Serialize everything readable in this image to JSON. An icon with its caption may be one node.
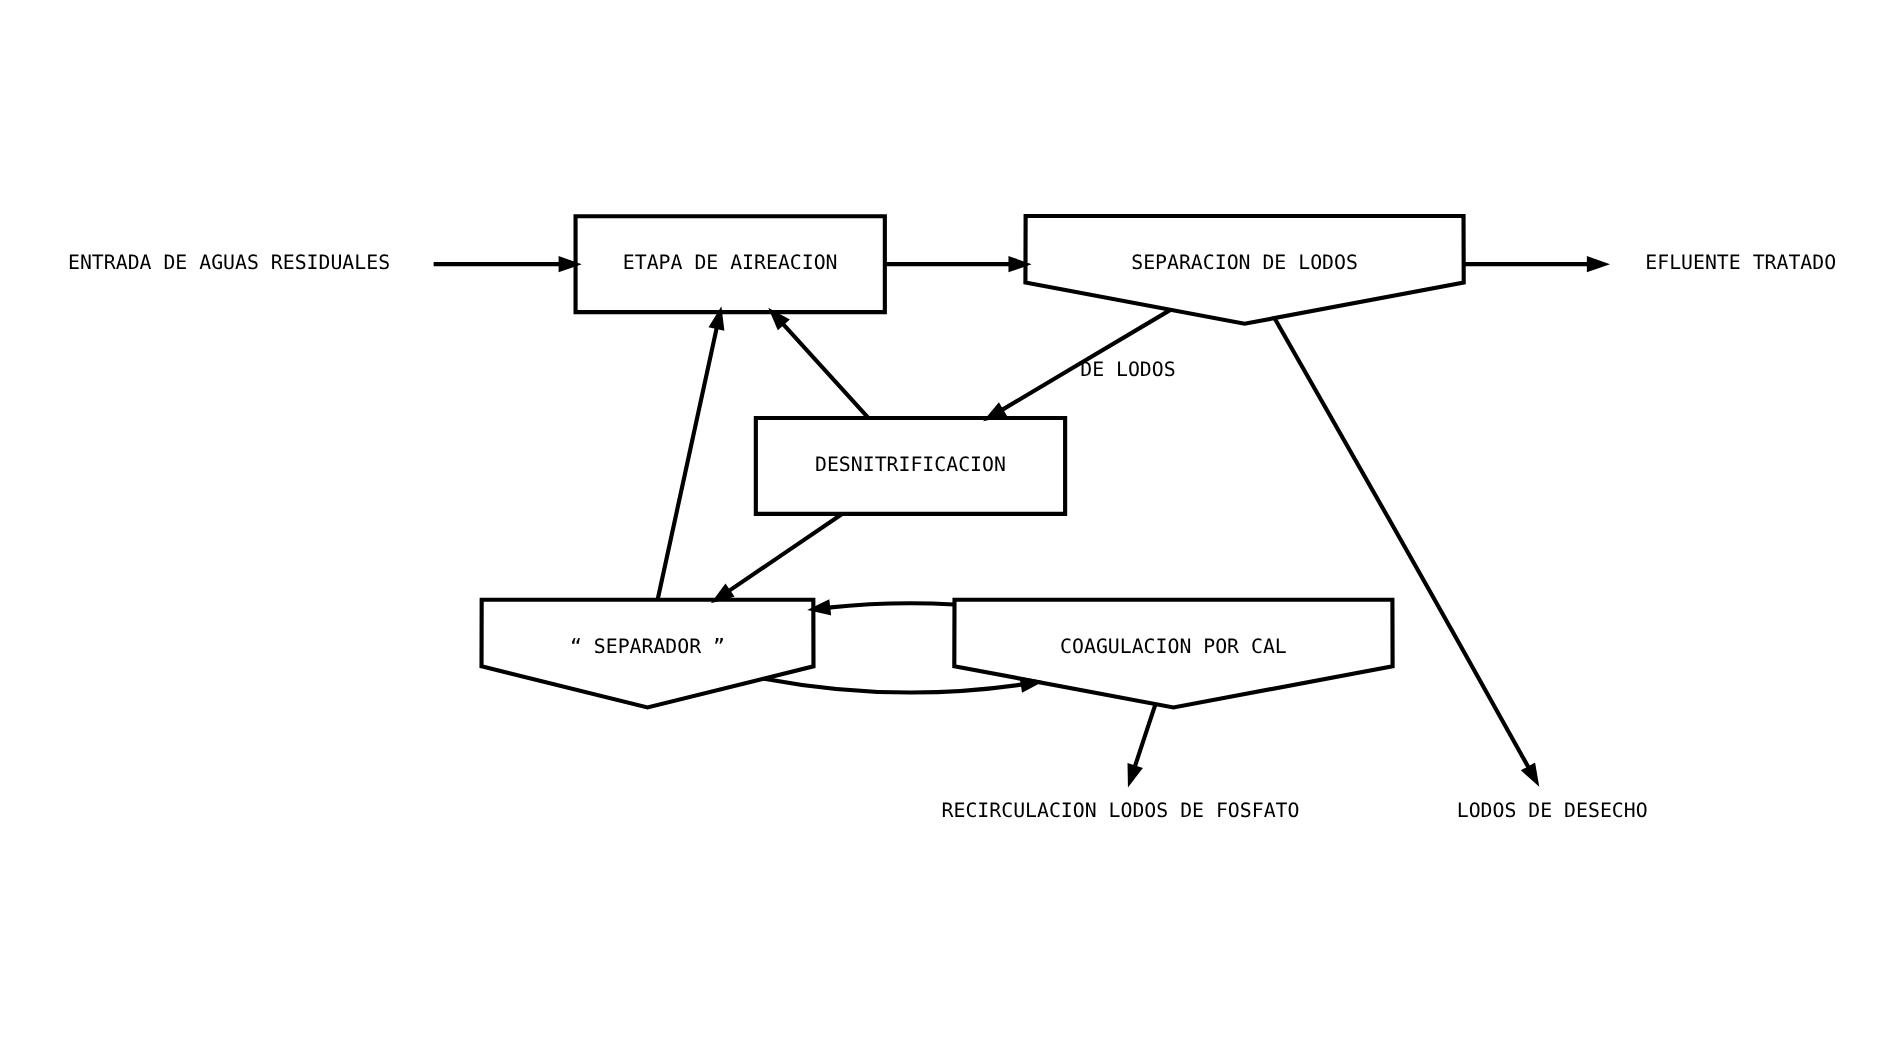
{
  "diagram": {
    "nodes": [
      {
        "text": [
          "ENTRADA DE AGUAS RESIDUALES"
        ]
      },
      {
        "text": [
          "ETAPA DE AIREACION"
        ]
      },
      {
        "text": [
          "SEPARACION DE LODOS"
        ]
      },
      {
        "text": [
          "EFLUENTE TRATADO"
        ]
      },
      {
        "text": [
          "DESNITRIFICACION"
        ]
      },
      {
        "text": [
          "“ SEPARADOR ”"
        ]
      },
      {
        "text": [
          "COAGULACION POR CAL"
        ]
      },
      {
        "text": [
          "RECIRCULACION LODOS DE FOSFATO"
        ]
      },
      {
        "text": [
          "LODOS DE DESECHO"
        ]
      }
    ],
    "edges": [
      {
        "from": 0,
        "to": 1,
        "arrow": "to"
      },
      {
        "from": 1,
        "to": 2,
        "arrow": "to"
      },
      {
        "from": 2,
        "to": 3,
        "arrow": "to"
      },
      {
        "from": 2,
        "to": 4,
        "arrow": "to",
        "label": "DE LODOS"
      },
      {
        "from": 2,
        "to": 8,
        "arrow": "to"
      },
      {
        "from": 4,
        "to": 1,
        "arrow": "to"
      },
      {
        "from": 4,
        "to": 5,
        "arrow": "to"
      },
      {
        "from": 5,
        "to": 6,
        "arrow": "to"
      },
      {
        "from": 6,
        "to": 5,
        "arrow": "to"
      },
      {
        "from": 5,
        "to": 1,
        "arrow": "to"
      },
      {
        "from": 6,
        "to": 7,
        "arrow": "to"
      }
    ]
  }
}
